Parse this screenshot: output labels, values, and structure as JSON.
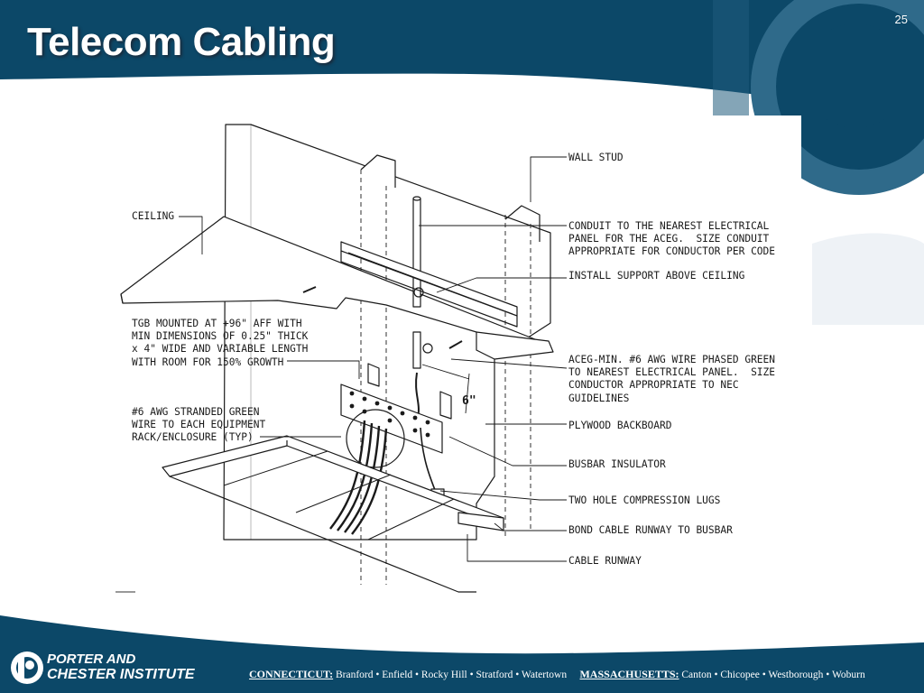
{
  "slide": {
    "title": "Telecom Cabling",
    "page_number": "25"
  },
  "diagram": {
    "labels": {
      "wall_stud": "WALL STUD",
      "ceiling": "CEILING",
      "conduit": "CONDUIT TO THE NEAREST ELECTRICAL\nPANEL FOR THE ACEG.  SIZE CONDUIT\nAPPROPRIATE FOR CONDUCTOR PER CODE",
      "install_support": "INSTALL SUPPORT ABOVE CEILING",
      "tgb": "TGB MOUNTED AT +96\" AFF WITH\nMIN DIMENSIONS OF 0.25\" THICK\nx 4\" WIDE AND VARIABLE LENGTH\nWITH ROOM FOR 150% GROWTH",
      "aceg_wire": "ACEG-MIN. #6 AWG WIRE PHASED GREEN\nTO NEAREST ELECTRICAL PANEL.  SIZE\nCONDUCTOR APPROPRIATE TO NEC\nGUIDELINES",
      "dimension": "6\"",
      "stranded_wire": "#6 AWG STRANDED GREEN\nWIRE TO EACH EQUIPMENT\nRACK/ENCLOSURE (TYP)",
      "plywood": "PLYWOOD BACKBOARD",
      "busbar_insulator": "BUSBAR INSULATOR",
      "compression_lugs": "TWO HOLE COMPRESSION LUGS",
      "bond_cable": "BOND CABLE RUNWAY TO BUSBAR",
      "cable_runway": "CABLE RUNWAY"
    }
  },
  "footer": {
    "brand_line1": "PORTER AND",
    "brand_line2": "CHESTER INSTITUTE",
    "ct_label": "CONNECTICUT:",
    "ct_cities": "Branford • Enfield • Rocky Hill • Stratford • Watertown",
    "ma_label": "MASSACHUSETTS:",
    "ma_cities": "Canton • Chicopee • Westborough • Woburn"
  },
  "colors": {
    "header_navy": "#0c4868",
    "header_light": "#2d6788",
    "text_white": "#ffffff",
    "line": "#1a1a1a"
  }
}
